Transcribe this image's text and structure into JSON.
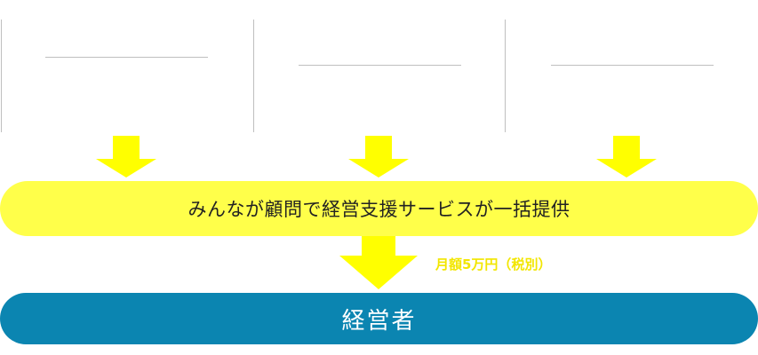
{
  "providers": [
    "",
    "",
    ""
  ],
  "banner": {
    "label": "みんなが顧問で経営支援サービスが一括提供"
  },
  "price": {
    "label": "月額5万円（税別）"
  },
  "target": {
    "label": "経営者"
  },
  "colors": {
    "arrow": "#ffff00",
    "banner": "#ffff4a",
    "target": "#0b85b1",
    "price": "#f2e600",
    "line": "#bfbfbf"
  }
}
